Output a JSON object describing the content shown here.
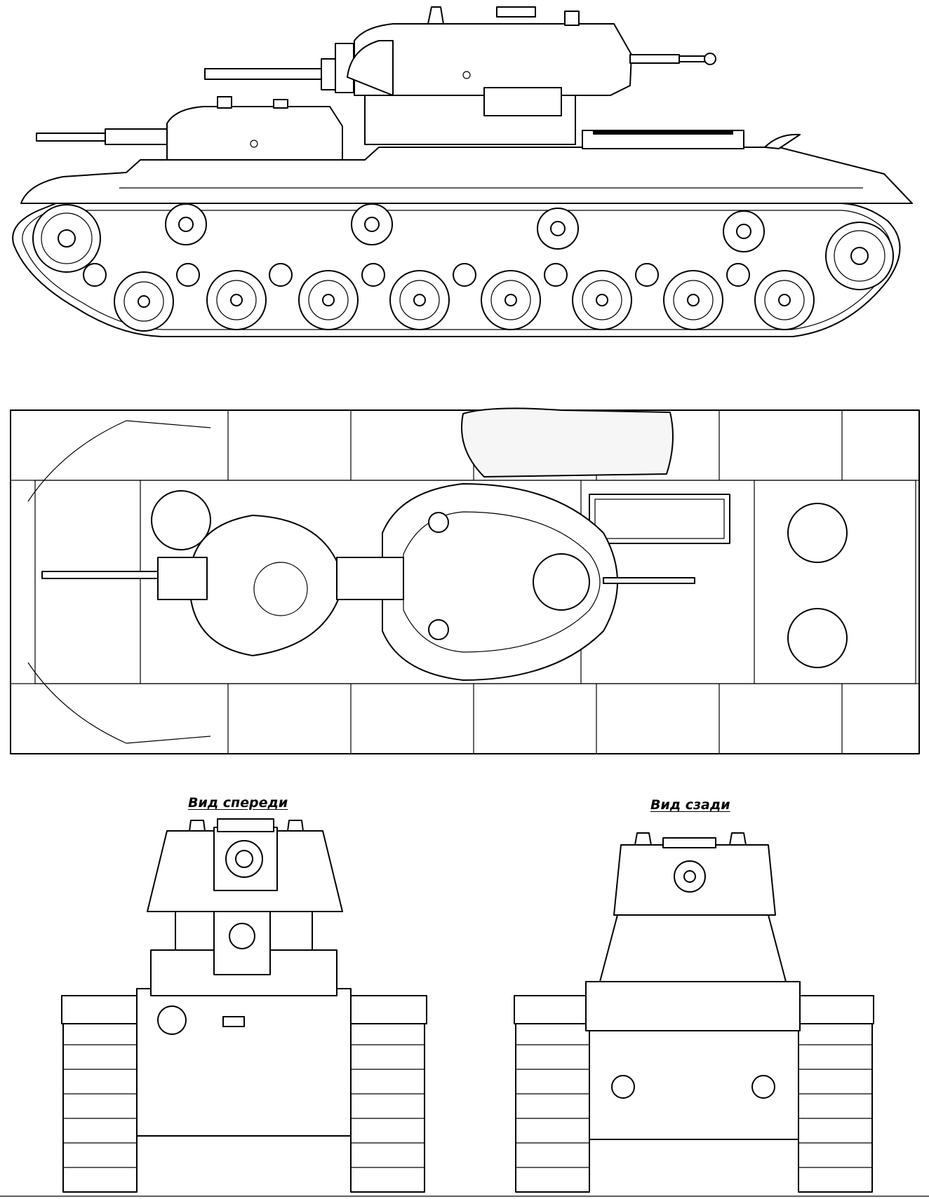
{
  "captions": {
    "front_view": "Вид спереди",
    "rear_view": "Вид сзади"
  },
  "colors": {
    "ink": "#000000",
    "paper": "#ffffff"
  },
  "views": [
    "side-view",
    "top-view",
    "front-view",
    "rear-view"
  ]
}
